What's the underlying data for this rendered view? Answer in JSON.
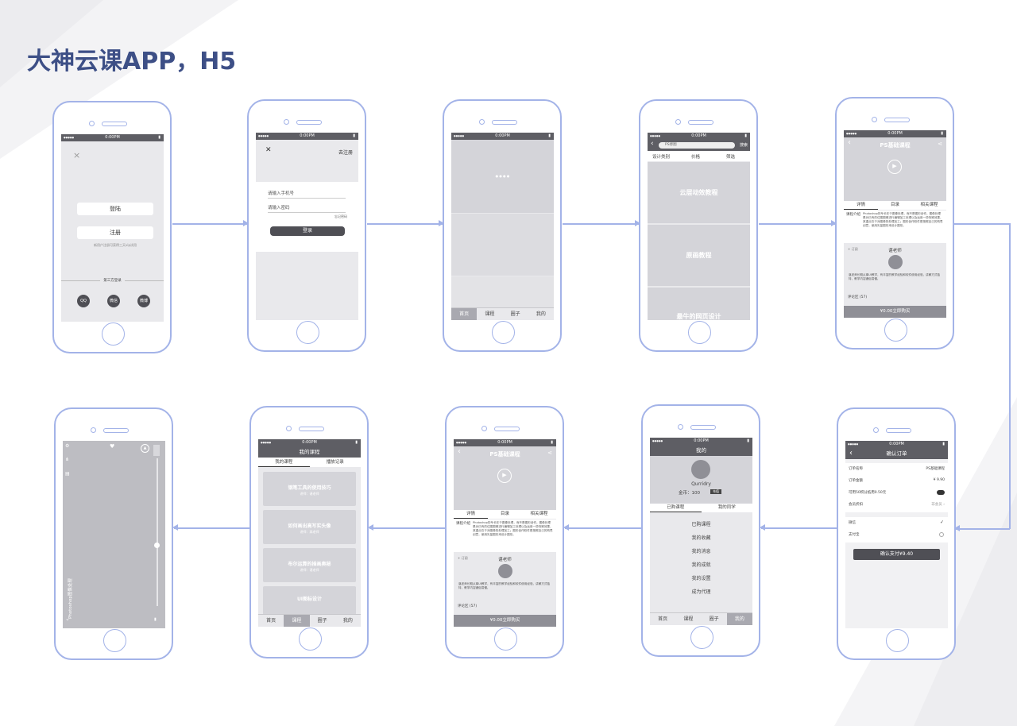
{
  "title": "大神云课APP，H5",
  "status_time": "0:00PM",
  "s1": {
    "close": "×",
    "login": "登陆",
    "register": "注册",
    "hint": "新用户注册可获得三天vip试用",
    "third": "第三方登录",
    "qq": "QQ",
    "wechat": "微信",
    "weibo": "微博"
  },
  "s2": {
    "close": "✕",
    "goreg": "去注册",
    "phone_ph": "请输入手机号",
    "pwd_ph": "请输入密码",
    "forgot": "忘记密码",
    "login": "登录"
  },
  "s3": {
    "dots": "● ● ● ●"
  },
  "tabs": [
    "首页",
    "课程",
    "圈子",
    "我的"
  ],
  "s4": {
    "search_ph": "PS修图",
    "search_btn": "搜索",
    "filter1": "设计类别",
    "filter2": "价格",
    "filter3": "筛选",
    "cards": [
      "云层动效教程",
      "原画教程",
      "最牛的网页设计"
    ]
  },
  "detail": {
    "title": "PS基础课程",
    "tabs": [
      "详情",
      "目录",
      "相关课程"
    ],
    "intro_label": "课程介绍",
    "intro": "Photoshop的专长在于图像处理，而不是图形创作。图像处理是对已有的位图图像进行编辑加工处理以及运用一些特殊效果，其重点在于对图像的处理加工；图形创作软件是按照自己的构思创意，使用矢量图形来设计图形。",
    "follow": "+ 订阅",
    "teacher": "谌老师",
    "teacher_desc": "谌老师长期从事UI教学，有丰富的教学经验和软件使用经验，讲解方式独特，教学内容通俗易懂。",
    "comments": "评论区 (57)",
    "buy": "¥0.00立即购买"
  },
  "s6": {
    "back": "‹",
    "title": "确认订单",
    "rows": [
      {
        "k": "订单名称",
        "v": "PS基础课程"
      },
      {
        "k": "订单金额",
        "v": "¥ 9.90"
      },
      {
        "k": "可用50积分抵用0.50元",
        "v": ""
      },
      {
        "k": "会员折扣",
        "v": "非会员 ›"
      }
    ],
    "pay1": "微信",
    "pay2": "支付宝",
    "confirm": "确认支付¥9.40"
  },
  "s7": {
    "title": "我的",
    "name": "Qurridry",
    "coins": "金币：100",
    "recharge": "充值",
    "tab1": "已购课程",
    "tab2": "我的同学",
    "items": [
      "已购课程",
      "我的收藏",
      "我的消息",
      "我的成就",
      "我的设置",
      "成为代理"
    ]
  },
  "s9": {
    "title": "我的课程",
    "tab1": "我的课程",
    "tab2": "播放记录",
    "courses": [
      {
        "name": "钢笔工具的使用技巧",
        "teacher": "讲师：谌老师"
      },
      {
        "name": "如何画出高写实头像",
        "teacher": "讲师：高老师"
      },
      {
        "name": "布尔运算的插画奥秘",
        "teacher": "讲师：谌老师"
      },
      {
        "name": "UI图标设计",
        "teacher": ""
      }
    ]
  },
  "s10": {
    "vertical_text": "Photoshop图像处理"
  }
}
